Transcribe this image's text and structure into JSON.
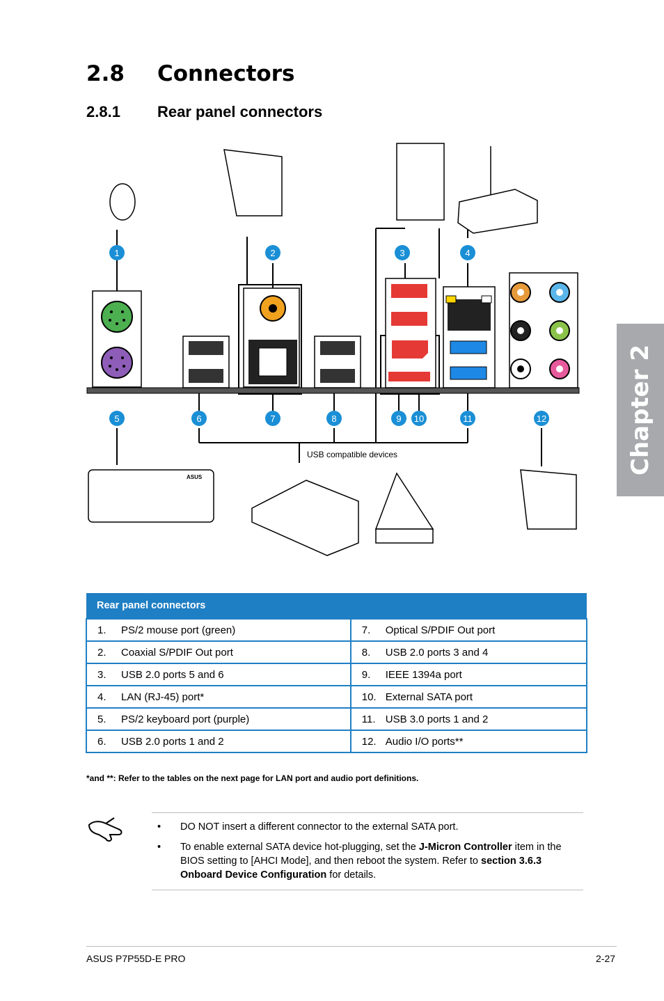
{
  "heading": {
    "number": "2.8",
    "title": "Connectors"
  },
  "subheading": {
    "number": "2.8.1",
    "title": "Rear panel connectors"
  },
  "chapter_tab": "Chapter 2",
  "diagram": {
    "callouts": [
      "1",
      "2",
      "3",
      "4",
      "5",
      "6",
      "7",
      "8",
      "9",
      "10",
      "11",
      "12"
    ],
    "usb_label": "USB compatible devices",
    "keyboard_brand": "ASUS"
  },
  "table": {
    "header": "Rear panel connectors",
    "rows": [
      [
        {
          "n": "1.",
          "t": "PS/2 mouse port (green)"
        },
        {
          "n": "7.",
          "t": "Optical S/PDIF Out port"
        }
      ],
      [
        {
          "n": "2.",
          "t": "Coaxial S/PDIF Out port"
        },
        {
          "n": "8.",
          "t": "USB 2.0 ports 3 and 4"
        }
      ],
      [
        {
          "n": "3.",
          "t": "USB 2.0 ports 5 and 6"
        },
        {
          "n": "9.",
          "t": "IEEE 1394a port"
        }
      ],
      [
        {
          "n": "4.",
          "t": "LAN (RJ-45) port*"
        },
        {
          "n": "10.",
          "t": "External SATA port"
        }
      ],
      [
        {
          "n": "5.",
          "t": "PS/2 keyboard port (purple)"
        },
        {
          "n": "11.",
          "t": "USB 3.0 ports 1 and 2"
        }
      ],
      [
        {
          "n": "6.",
          "t": "USB 2.0 ports 1 and 2"
        },
        {
          "n": "12.",
          "t": "Audio I/O ports**"
        }
      ]
    ]
  },
  "footnote": "*and **: Refer to the tables on the next page for LAN port and audio port definitions.",
  "note": {
    "bullet": "•",
    "item1": "DO NOT insert a different connector to the external SATA port.",
    "item2_a": "To enable external SATA device hot-plugging, set the ",
    "item2_b": "J-Micron Controller",
    "item2_c": " item in the BIOS setting to [AHCI Mode], and then reboot the system. Refer to ",
    "item2_d": "section 3.6.3 Onboard Device Configuration",
    "item2_e": " for details."
  },
  "footer": {
    "left": "ASUS P7P55D-E PRO",
    "right": "2-27"
  },
  "colors": {
    "accent": "#1f7fc4",
    "callout": "#1a8fd6",
    "tab": "#a7a9ac"
  }
}
